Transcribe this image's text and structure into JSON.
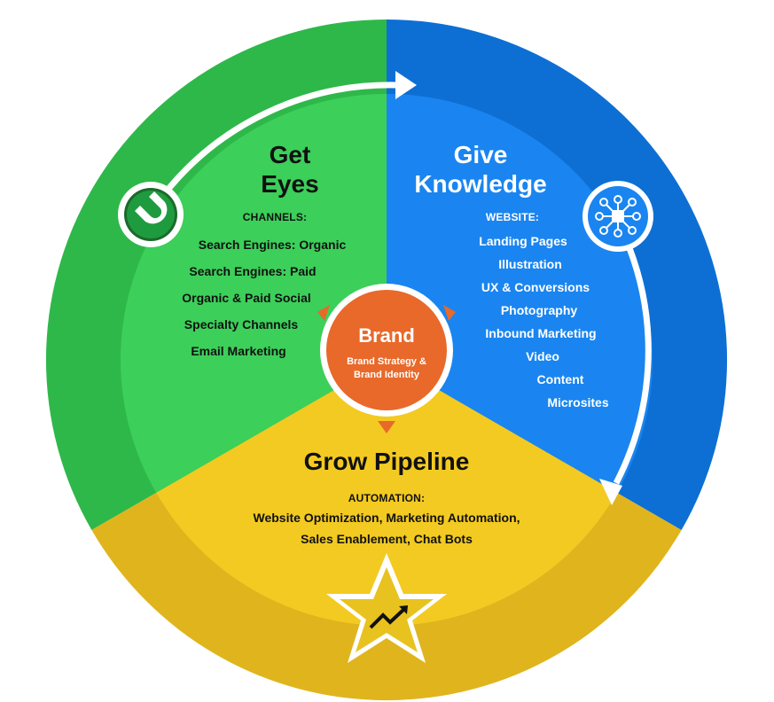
{
  "colors": {
    "green_outer": "#2eb84a",
    "green_inner": "#3ccf5a",
    "blue_outer": "#0d6fd4",
    "blue_inner": "#1a85f0",
    "yellow_outer": "#e0b41d",
    "yellow_inner": "#f3ca21",
    "brand_orange": "#e8692a",
    "ring_white": "#ffffff"
  },
  "segments": {
    "get_eyes": {
      "title_line1": "Get",
      "title_line2": "Eyes",
      "subtitle": "CHANNELS:",
      "items": [
        "Search Engines: Organic",
        "Search Engines: Paid",
        "Organic & Paid Social",
        "Specialty Channels",
        "Email Marketing"
      ],
      "icon": "magnet-icon"
    },
    "give_knowledge": {
      "title_line1": "Give",
      "title_line2": "Knowledge",
      "subtitle": "WEBSITE:",
      "items": [
        "Landing Pages",
        "Illustration",
        "UX & Conversions",
        "Photography",
        "Inbound Marketing",
        "Video",
        "Content",
        "Microsites"
      ],
      "icon": "network-icon"
    },
    "grow_pipeline": {
      "title": "Grow Pipeline",
      "subtitle": "AUTOMATION:",
      "line1": "Website Optimization, Marketing Automation,",
      "line2": "Sales Enablement, Chat Bots",
      "icon": "trend-up-star-icon"
    }
  },
  "brand": {
    "title": "Brand",
    "subtitle": "Brand Strategy & Brand Identity"
  }
}
